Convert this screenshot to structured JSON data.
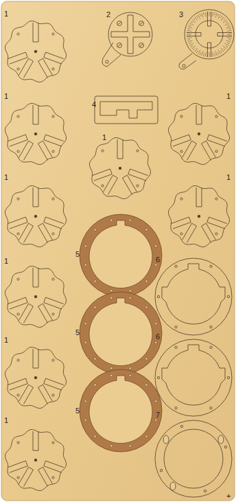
{
  "diagram": {
    "labels": [
      "1",
      "2",
      "3",
      "1",
      "4",
      "1",
      "1",
      "1",
      "1",
      "5",
      "6",
      "1",
      "5",
      "6",
      "1",
      "5",
      "7",
      "1",
      "+"
    ]
  }
}
